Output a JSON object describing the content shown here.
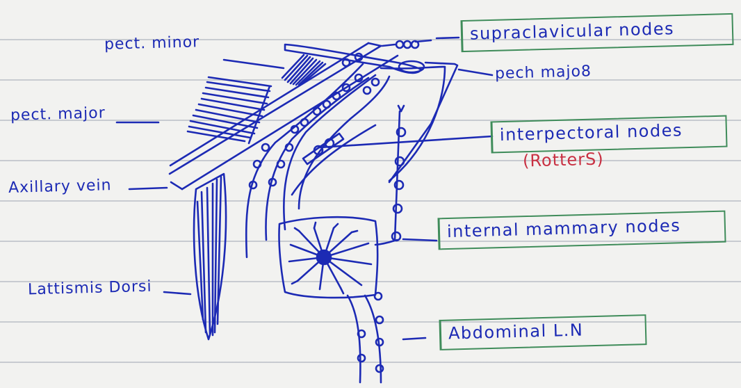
{
  "labels": {
    "pect_minor": "pect. minor",
    "pect_major_left": "pect. major",
    "axillary_vein": "Axillary vein",
    "lattismis_dorsi": "Lattismis Dorsi",
    "pect_major_right": "pech majo8"
  },
  "boxes": {
    "supraclavicular": "supraclavicular  nodes",
    "interpectoral": "interpectoral  nodes",
    "internal_mammary": "internal mammary nodes",
    "abdominal": "Abdominal  L.N"
  },
  "rotters_note": "(RotterS)",
  "colors": {
    "ink_blue": "#1c2ab4",
    "box_green": "#3f8c5a",
    "note_red": "#c83042",
    "paper": "#f2f2f0"
  }
}
